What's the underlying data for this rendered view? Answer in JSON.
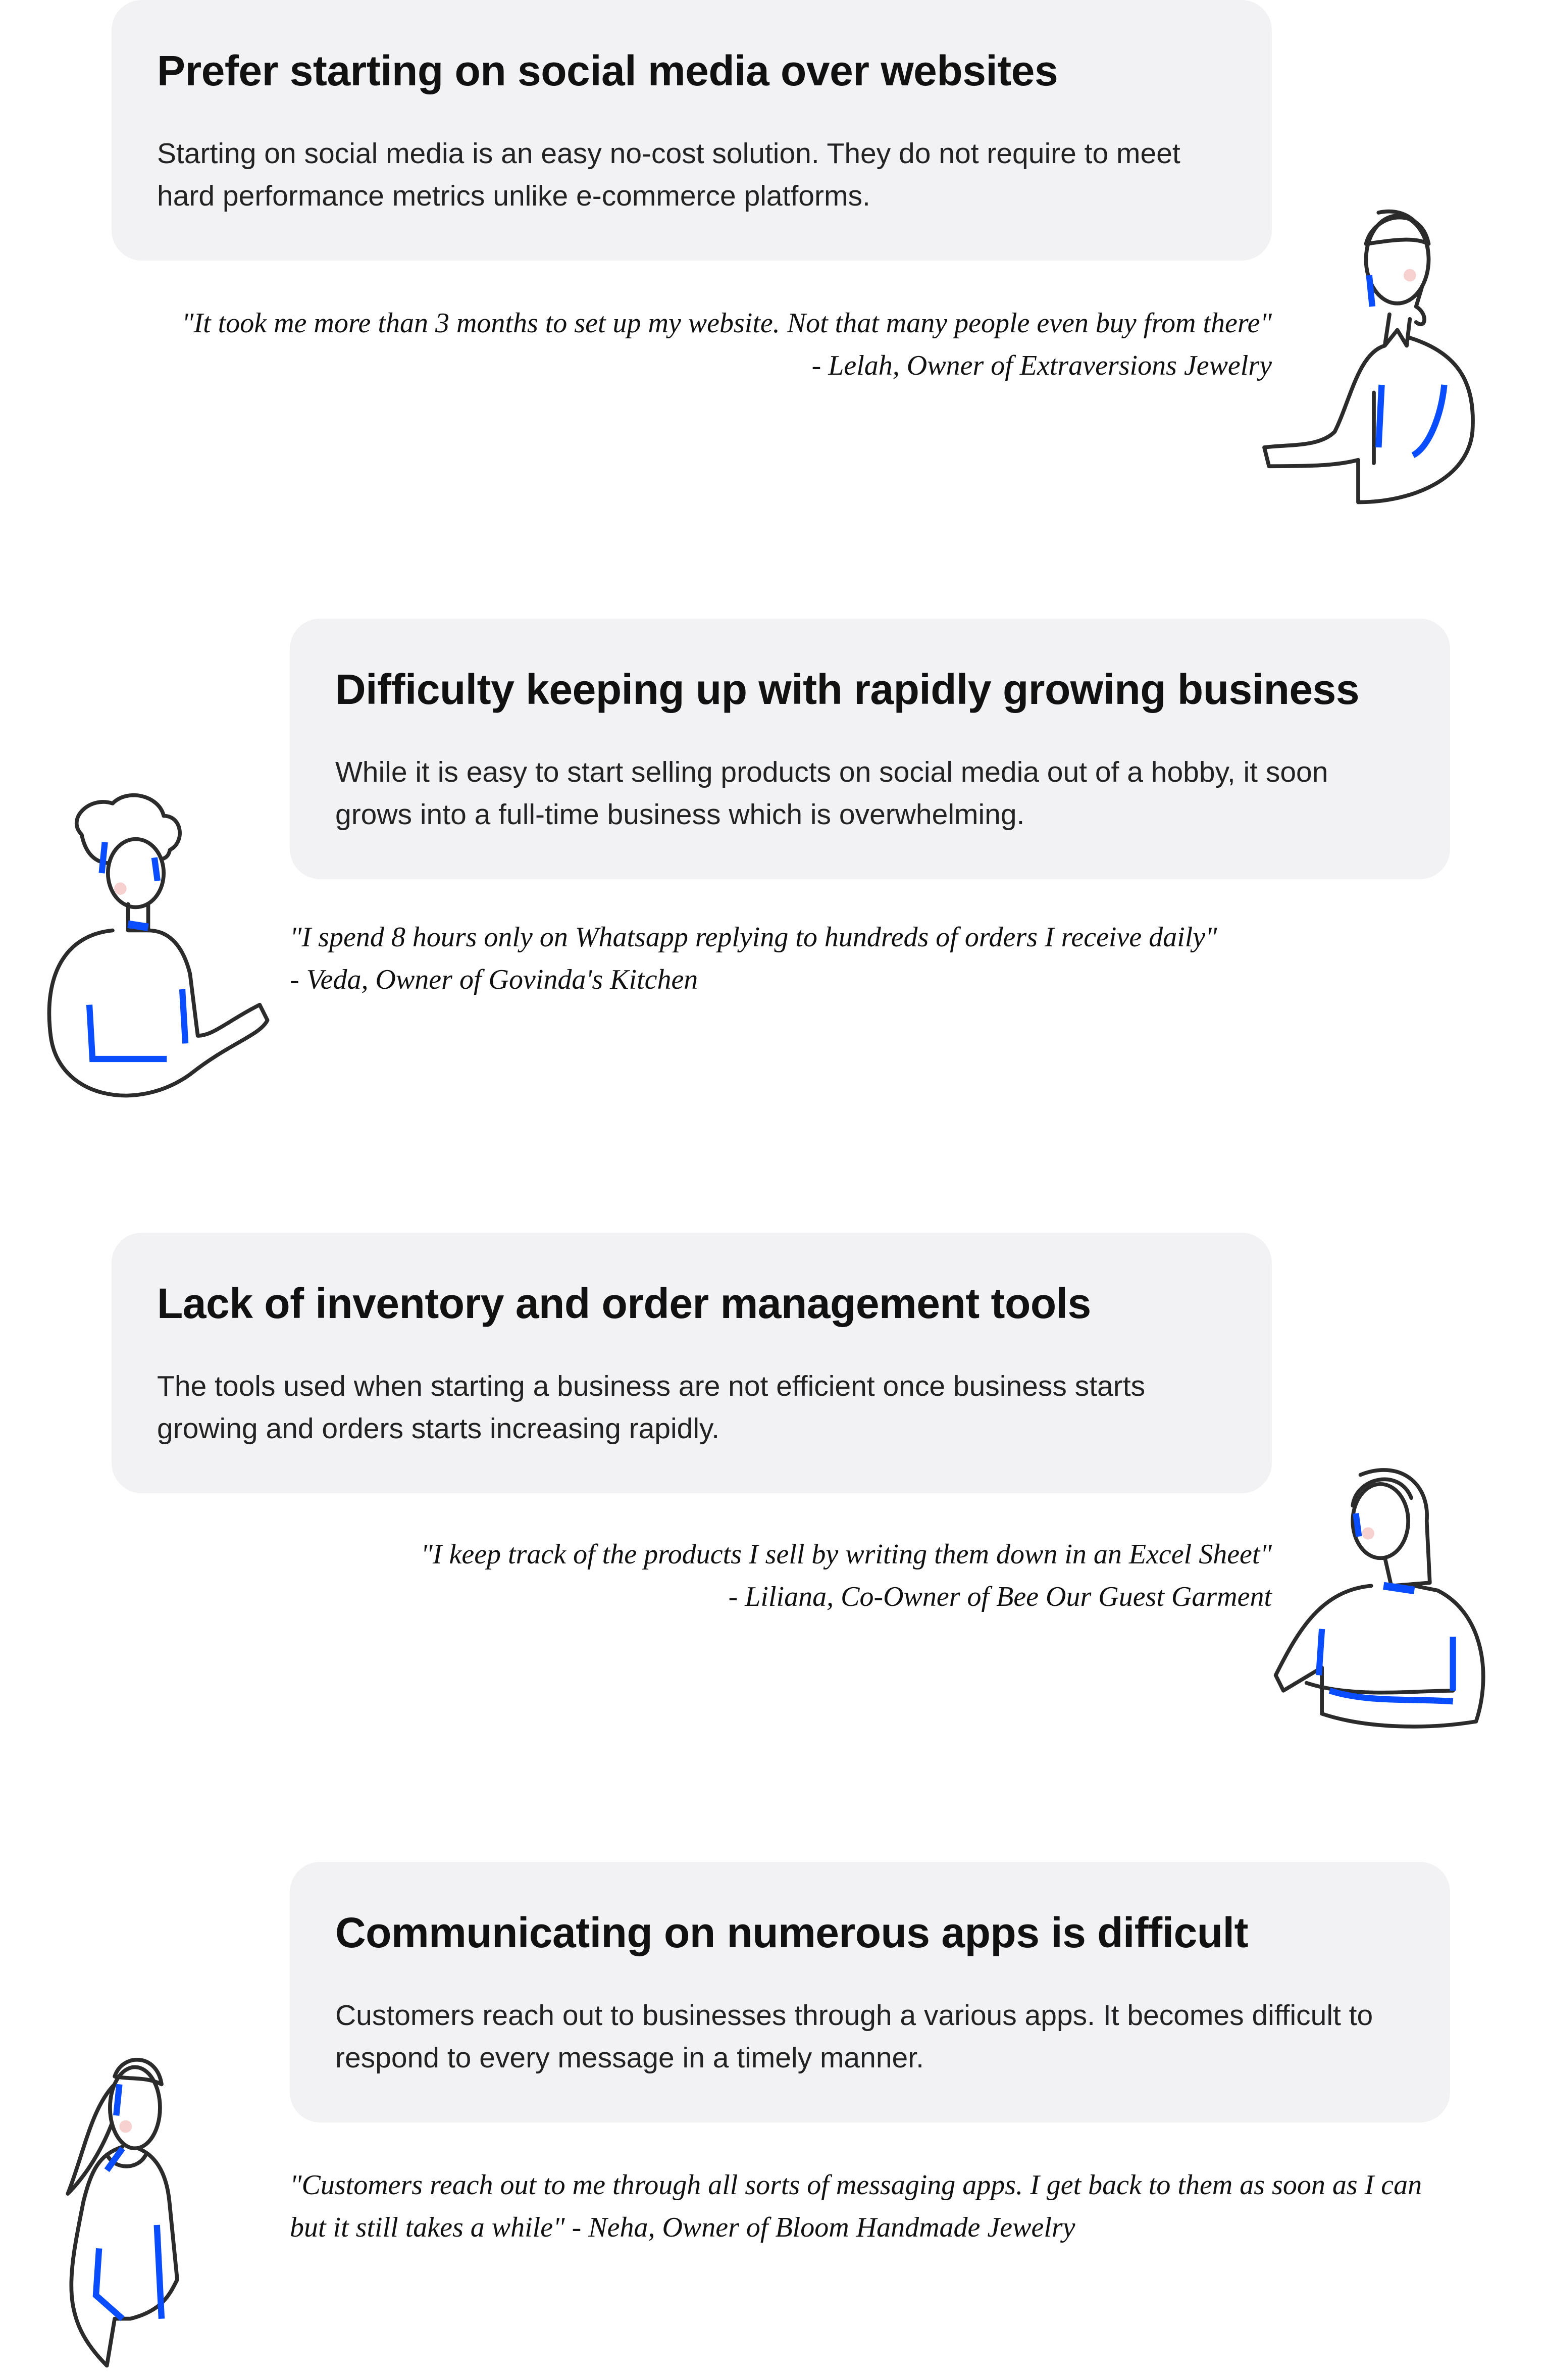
{
  "insights": [
    {
      "title": "Prefer starting on social media over websites",
      "body": "Starting on social media is an easy no-cost solution. They do not require to meet hard performance metrics unlike e-commerce platforms.",
      "quote_line1": "\"It took me more than 3 months to set up my website. Not that many people even buy from there\"",
      "quote_line2": "- Lelah, Owner of Extraversions Jewelry"
    },
    {
      "title": "Difficulty keeping up with rapidly growing business",
      "body": "While it is easy to start selling products on social media out of a hobby, it soon grows into a full-time business which is overwhelming.",
      "quote_line1": "\"I spend 8 hours only on Whatsapp replying to hundreds of orders I receive daily\"",
      "quote_line2": "- Veda, Owner of Govinda's Kitchen"
    },
    {
      "title": "Lack of inventory and order management tools",
      "body": "The tools used when starting a business are not efficient once business starts growing and orders starts increasing rapidly.",
      "quote_line1": "\"I keep track of the products I sell by writing them down in an Excel Sheet\"",
      "quote_line2": "- Liliana, Co-Owner of Bee Our Guest Garment"
    },
    {
      "title": "Communicating on numerous apps is difficult",
      "body": "Customers reach out to businesses through a various apps. It becomes difficult to respond to every message in a timely manner.",
      "quote_line1": "\"Customers reach out to me through all sorts of messaging apps. I get back to them as soon as I can",
      "quote_line2": "but it still takes a while\" - Neha, Owner of Bloom Handmade Jewelry"
    }
  ],
  "colors": {
    "card_bg": "#f2f2f4",
    "accent": "#0a4dff",
    "blush": "#f7d0d0",
    "ink": "#2b2b2b"
  }
}
